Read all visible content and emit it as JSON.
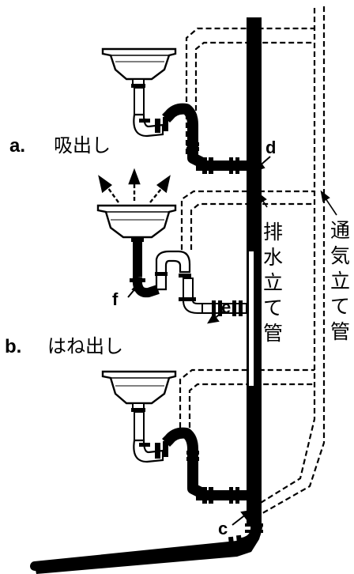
{
  "labels": {
    "a_letter": "a.",
    "a_text": "吸出し",
    "b_letter": "b.",
    "b_text": "はね出し",
    "c": "c",
    "d": "d",
    "e": "e",
    "f": "f"
  },
  "stack_label": [
    "排",
    "水",
    "立",
    "て",
    "管"
  ],
  "vent_label": [
    "通",
    "気",
    "立",
    "て",
    "管"
  ],
  "colors": {
    "ink": "#000000",
    "paper": "#ffffff"
  }
}
